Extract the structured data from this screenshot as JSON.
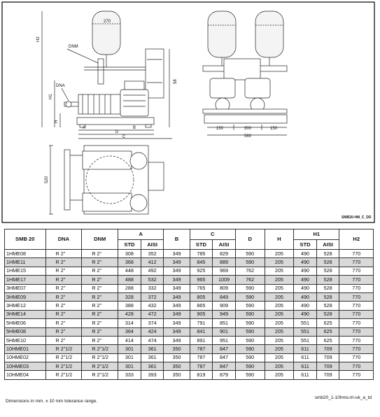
{
  "drawing": {
    "ref": "SMB20-HM_C_DD",
    "side_view": {
      "tank_dim": "270",
      "height_label": "H2",
      "height_label_2": "H1",
      "side_h": "H",
      "connection_dnm": "DNM",
      "connection_dna": "DNA",
      "dim_a": "A",
      "dim_b": "B",
      "dim_c": "C",
      "dim_d": "D",
      "right_height": "58"
    },
    "front_view": {
      "dim_left": "150",
      "dim_middle": "300",
      "dim_right": "150",
      "dim_total": "560"
    },
    "plan_view": {
      "depth": "520"
    }
  },
  "table": {
    "headers": {
      "model": "SMB 20",
      "dna": "DNA",
      "dnm": "DNM",
      "a": "A",
      "b": "B",
      "c": "C",
      "d": "D",
      "h": "H",
      "h1": "H1",
      "h2": "H2",
      "std": "STD",
      "aisi": "AISI"
    },
    "rows": [
      {
        "model": "1HME08",
        "dna": "R 2\"",
        "dnm": "R 2\"",
        "a_std": "308",
        "a_aisi": "352",
        "b": "349",
        "c_std": "785",
        "c_aisi": "829",
        "d": "590",
        "h": "205",
        "h1_std": "490",
        "h1_aisi": "528",
        "h2": "770",
        "shade": false
      },
      {
        "model": "1HME11",
        "dna": "R 2\"",
        "dnm": "R 2\"",
        "a_std": "368",
        "a_aisi": "412",
        "b": "349",
        "c_std": "845",
        "c_aisi": "889",
        "d": "590",
        "h": "205",
        "h1_std": "490",
        "h1_aisi": "528",
        "h2": "770",
        "shade": true
      },
      {
        "model": "1HME15",
        "dna": "R 2\"",
        "dnm": "R 2\"",
        "a_std": "448",
        "a_aisi": "492",
        "b": "349",
        "c_std": "925",
        "c_aisi": "969",
        "d": "762",
        "h": "205",
        "h1_std": "490",
        "h1_aisi": "528",
        "h2": "770",
        "shade": false
      },
      {
        "model": "1HME17",
        "dna": "R 2\"",
        "dnm": "R 2\"",
        "a_std": "488",
        "a_aisi": "532",
        "b": "349",
        "c_std": "965",
        "c_aisi": "1009",
        "d": "762",
        "h": "205",
        "h1_std": "490",
        "h1_aisi": "528",
        "h2": "770",
        "shade": true
      },
      {
        "model": "3HME07",
        "dna": "R 2\"",
        "dnm": "R 2\"",
        "a_std": "288",
        "a_aisi": "332",
        "b": "349",
        "c_std": "765",
        "c_aisi": "809",
        "d": "590",
        "h": "205",
        "h1_std": "490",
        "h1_aisi": "528",
        "h2": "770",
        "shade": false
      },
      {
        "model": "3HME09",
        "dna": "R 2\"",
        "dnm": "R 2\"",
        "a_std": "328",
        "a_aisi": "372",
        "b": "349",
        "c_std": "805",
        "c_aisi": "849",
        "d": "590",
        "h": "205",
        "h1_std": "490",
        "h1_aisi": "528",
        "h2": "770",
        "shade": true
      },
      {
        "model": "3HME12",
        "dna": "R 2\"",
        "dnm": "R 2\"",
        "a_std": "388",
        "a_aisi": "432",
        "b": "349",
        "c_std": "865",
        "c_aisi": "909",
        "d": "590",
        "h": "205",
        "h1_std": "490",
        "h1_aisi": "528",
        "h2": "770",
        "shade": false
      },
      {
        "model": "3HME14",
        "dna": "R 2\"",
        "dnm": "R 2\"",
        "a_std": "428",
        "a_aisi": "472",
        "b": "349",
        "c_std": "905",
        "c_aisi": "949",
        "d": "590",
        "h": "205",
        "h1_std": "490",
        "h1_aisi": "528",
        "h2": "770",
        "shade": true
      },
      {
        "model": "5HME06",
        "dna": "R 2\"",
        "dnm": "R 2\"",
        "a_std": "314",
        "a_aisi": "374",
        "b": "349",
        "c_std": "791",
        "c_aisi": "851",
        "d": "590",
        "h": "205",
        "h1_std": "551",
        "h1_aisi": "625",
        "h2": "770",
        "shade": false
      },
      {
        "model": "5HME08",
        "dna": "R 2\"",
        "dnm": "R 2\"",
        "a_std": "364",
        "a_aisi": "424",
        "b": "349",
        "c_std": "841",
        "c_aisi": "901",
        "d": "590",
        "h": "205",
        "h1_std": "551",
        "h1_aisi": "625",
        "h2": "770",
        "shade": true
      },
      {
        "model": "5HME10",
        "dna": "R 2\"",
        "dnm": "R 2\"",
        "a_std": "414",
        "a_aisi": "474",
        "b": "349",
        "c_std": "891",
        "c_aisi": "951",
        "d": "590",
        "h": "205",
        "h1_std": "551",
        "h1_aisi": "625",
        "h2": "770",
        "shade": false
      },
      {
        "model": "10HME01",
        "dna": "R 2\"1/2",
        "dnm": "R 2\"1/2",
        "a_std": "301",
        "a_aisi": "361",
        "b": "350",
        "c_std": "787",
        "c_aisi": "847",
        "d": "590",
        "h": "205",
        "h1_std": "611",
        "h1_aisi": "709",
        "h2": "770",
        "shade": true
      },
      {
        "model": "10HME02",
        "dna": "R 2\"1/2",
        "dnm": "R 2\"1/2",
        "a_std": "301",
        "a_aisi": "361",
        "b": "350",
        "c_std": "787",
        "c_aisi": "847",
        "d": "590",
        "h": "205",
        "h1_std": "611",
        "h1_aisi": "709",
        "h2": "770",
        "shade": false
      },
      {
        "model": "10HME03",
        "dna": "R 2\"1/2",
        "dnm": "R 2\"1/2",
        "a_std": "301",
        "a_aisi": "361",
        "b": "350",
        "c_std": "787",
        "c_aisi": "847",
        "d": "590",
        "h": "205",
        "h1_std": "611",
        "h1_aisi": "709",
        "h2": "770",
        "shade": true
      },
      {
        "model": "10HME04",
        "dna": "R 2\"1/2",
        "dnm": "R 2\"1/2",
        "a_std": "333",
        "a_aisi": "393",
        "b": "350",
        "c_std": "819",
        "c_aisi": "879",
        "d": "590",
        "h": "205",
        "h1_std": "611",
        "h1_aisi": "709",
        "h2": "770",
        "shade": false
      }
    ]
  },
  "footnote": "Dimensions in mm. ± 10 mm tolerance range.",
  "file_ref": "smb20_1-10hms-tri-uk_a_td"
}
